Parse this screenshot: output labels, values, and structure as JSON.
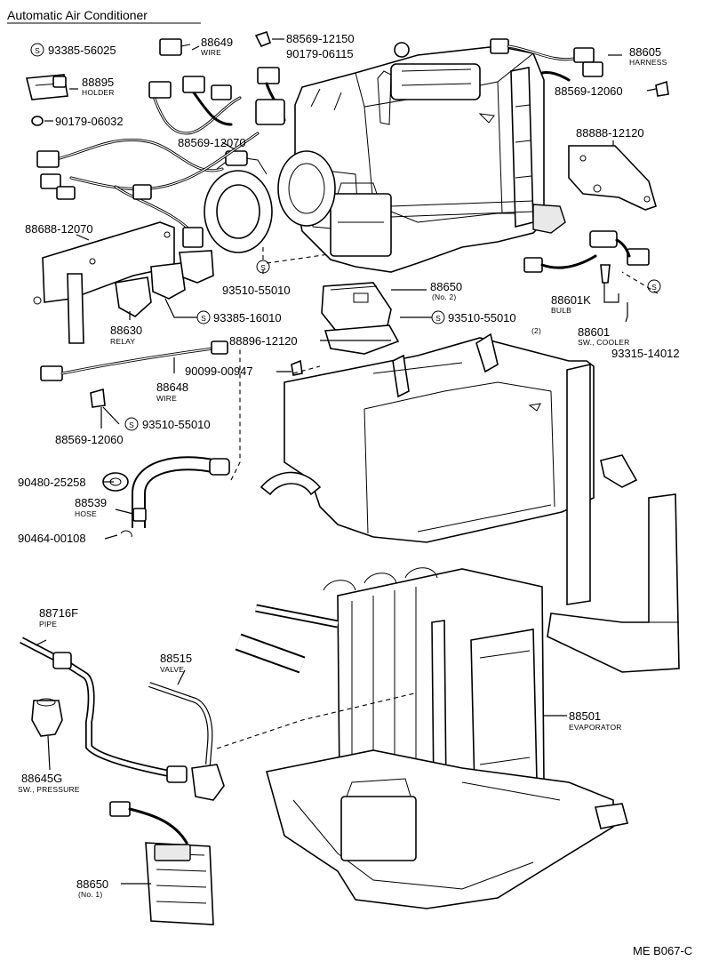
{
  "title": "Automatic Air Conditioner",
  "footer_code": "ME B067-C",
  "service_symbol": "S",
  "labels": {
    "p93385_56025": "93385-56025",
    "p88649": "88649",
    "p88649_sub": "WIRE",
    "p88569_12150": "88569-12150",
    "p90179_06115": "90179-06115",
    "p88605": "88605",
    "p88605_sub": "HARNESS",
    "p88895": "88895",
    "p88895_sub": "HOLDER",
    "p90179_06032": "90179-06032",
    "p88569_12060_top": "88569-12060",
    "p88569_12070": "88569-12070",
    "p88888_12120": "88888-12120",
    "p88688_12070": "88688-12070",
    "p93510_55010_a": "93510-55010",
    "p88650_no2": "88650",
    "p88650_no2_sub": "(No. 2)",
    "p88630": "88630",
    "p88630_sub": "RELAY",
    "p93385_16010": "93385-16010",
    "p93510_55010_b": "93510-55010",
    "p93510_55010_b_qty": "(2)",
    "p88601k": "88601K",
    "p88601k_sub": "BULB",
    "p88896_12120": "88896-12120",
    "p88601": "88601",
    "p88601_sub": "SW., COOLER",
    "p93315_14012": "93315-14012",
    "p90099_00947": "90099-00947",
    "p88648": "88648",
    "p88648_sub": "WIRE",
    "p93510_55010_c": "93510-55010",
    "p88569_12060_bot": "88569-12060",
    "p90480_25258": "90480-25258",
    "p88539": "88539",
    "p88539_sub": "HOSE",
    "p90464_00108": "90464-00108",
    "p88716f": "88716F",
    "p88716f_sub": "PIPE",
    "p88515": "88515",
    "p88515_sub": "VALVE",
    "p88501": "88501",
    "p88501_sub": "EVAPORATOR",
    "p88645g": "88645G",
    "p88645g_sub": "SW., PRESSURE",
    "p88650_no1": "88650",
    "p88650_no1_sub": "(No. 1)"
  }
}
